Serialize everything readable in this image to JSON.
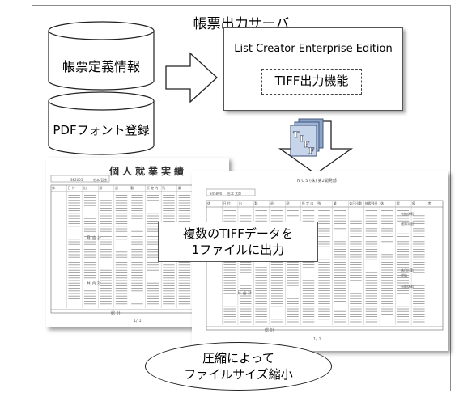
{
  "server": {
    "title": "帳票出力サーバ",
    "app_name": "List Creator Enterprise Edition",
    "function_label": "TIFF出力機能"
  },
  "databases": [
    {
      "label": "帳票定義情報"
    },
    {
      "label": "PDFフォント登録"
    }
  ],
  "tiff_icon": {
    "icon": "tiff-file-icon",
    "letters": [
      "T",
      "I",
      "F",
      "F"
    ]
  },
  "documents": {
    "front": {
      "title": "個人就業実績",
      "header_code": "382005",
      "header_name": "杉本 哲彦",
      "page": "1/ 1",
      "total_label": "総 計",
      "month_total_label": "月 合 計",
      "columns": [
        "休",
        "日 付",
        "出",
        "勤",
        "退",
        "勤",
        "所 定 内",
        "残",
        "業",
        "休日出勤",
        "休暇残日"
      ]
    },
    "back": {
      "company": "N C S (株) 第2開発部",
      "header_code": "345890",
      "header_name": "杉本 太郎",
      "page": "1/ 1",
      "total_label": "総 計",
      "month_total_label": "月 合 計",
      "columns": [
        "休",
        "日 付",
        "出",
        "勤",
        "退",
        "勤",
        "所 定 内",
        "残",
        "業",
        "休日出勤",
        "休暇残日",
        "休",
        "暇",
        "備",
        "考"
      ],
      "notes": [
        "有給休暇",
        "遅刻早退",
        "休日出勤",
        "代休",
        "有給休暇"
      ]
    }
  },
  "callouts": {
    "multi_output": [
      "複数のTIFFデータを",
      "1ファイルに出力"
    ],
    "compression": [
      "圧縮によって",
      "ファイルサイズ縮小"
    ]
  },
  "colors": {
    "border": "#555555",
    "arrow_fill": "#ffffff",
    "tiff_icon": "#5577aa"
  }
}
